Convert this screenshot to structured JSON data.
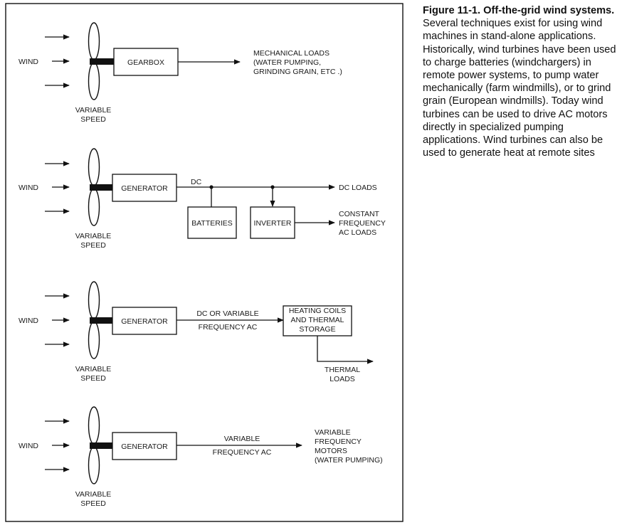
{
  "caption": {
    "title": "Figure 11-1. Off-the-grid wind systems.",
    "body": "Several techniques exist for using wind machines in stand-alone applications. Historically, wind turbines have been used to charge batteries (windchargers) in remote power systems, to pump water mechanically (farm windmills), or to grind grain (European windmills). Today wind turbines can be used to drive AC motors directly in specialized pumping applications. Wind turbines can also be used to generate heat at remote sites"
  },
  "panel1": {
    "wind": "WIND",
    "speed": [
      "VARIABLE",
      "SPEED"
    ],
    "box": "GEARBOX",
    "output": [
      "MECHANICAL LOADS",
      "(WATER PUMPING,",
      "GRINDING GRAIN, ETC .)"
    ]
  },
  "panel2": {
    "wind": "WIND",
    "speed": [
      "VARIABLE",
      "SPEED"
    ],
    "box": "GENERATOR",
    "dc": "DC",
    "dc_loads": "DC LOADS",
    "batteries": "BATTERIES",
    "inverter": "INVERTER",
    "ac_loads": [
      "CONSTANT",
      "FREQUENCY",
      "AC LOADS"
    ]
  },
  "panel3": {
    "wind": "WIND",
    "speed": [
      "VARIABLE",
      "SPEED"
    ],
    "box": "GENERATOR",
    "line_label": [
      "DC OR VARIABLE",
      "FREQUENCY  AC"
    ],
    "heating": [
      "HEATING COILS",
      "AND THERMAL",
      "STORAGE"
    ],
    "thermal": [
      "THERMAL",
      "LOADS"
    ]
  },
  "panel4": {
    "wind": "WIND",
    "speed": [
      "VARIABLE",
      "SPEED"
    ],
    "box": "GENERATOR",
    "line_label": [
      "VARIABLE",
      "FREQUENCY  AC"
    ],
    "motors": [
      "VARIABLE",
      "FREQUENCY",
      "MOTORS",
      "(WATER PUMPING)"
    ]
  }
}
